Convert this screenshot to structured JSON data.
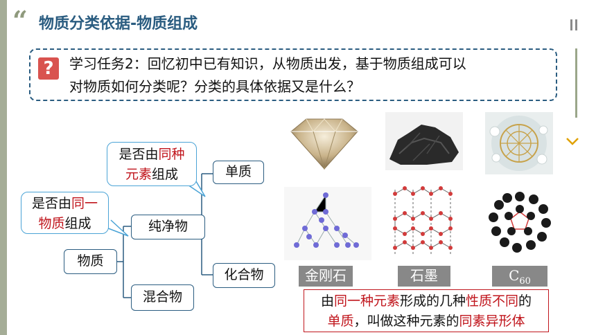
{
  "header": {
    "quote_mark": "“",
    "title": "物质分类依据-物质组成"
  },
  "task": {
    "icon_glyph": "?",
    "line1": "学习任务2：回忆初中已有知识，从物质出发，基于物质组成可以",
    "line2": "对物质如何分类呢？分类的具体依据又是什么？"
  },
  "tree": {
    "root": "物质",
    "pure": "纯净物",
    "mixture": "混合物",
    "element_substance": "单质",
    "compound": "化合物"
  },
  "callout1": {
    "a": "是否由",
    "b": "同一",
    "c": "物质",
    "d": "组成"
  },
  "callout2": {
    "a": "是否由",
    "b": "同种",
    "c": "元素",
    "d": "组成"
  },
  "labels": {
    "diamond": "金刚石",
    "graphite": "石墨",
    "c60_main": "C",
    "c60_sub": "60"
  },
  "definition": {
    "p1": "由",
    "p2": "同一种元素",
    "p3": "形成的几种",
    "p4": "性质不同",
    "p5": "的",
    "p6": "单质",
    "p7": "，叫做这种元素的",
    "p8": "同素异形体"
  },
  "colors": {
    "accent": "#2a5c80",
    "red": "#c0151c",
    "callout_border": "#4aa3d6",
    "strip": "#a5ad97"
  },
  "icons": [
    "quote-icon",
    "pause-icon",
    "chevron-down-icon",
    "question-icon"
  ]
}
